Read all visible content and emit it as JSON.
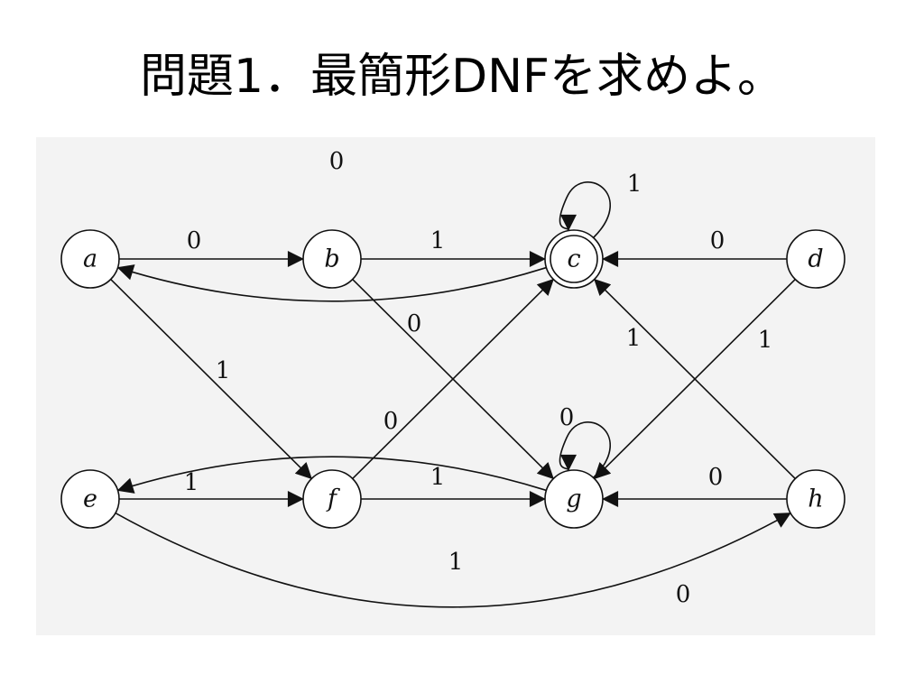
{
  "title": "問題1．最簡形DNFを求めよ。",
  "nodes": [
    {
      "id": "a",
      "label": "a",
      "accepting": false
    },
    {
      "id": "b",
      "label": "b",
      "accepting": false
    },
    {
      "id": "c",
      "label": "c",
      "accepting": true
    },
    {
      "id": "d",
      "label": "d",
      "accepting": false
    },
    {
      "id": "e",
      "label": "e",
      "accepting": false
    },
    {
      "id": "f",
      "label": "f",
      "accepting": false
    },
    {
      "id": "g",
      "label": "g",
      "accepting": false
    },
    {
      "id": "h",
      "label": "h",
      "accepting": false
    }
  ],
  "edges": [
    {
      "from": "a",
      "to": "b",
      "label": "0"
    },
    {
      "from": "a",
      "to": "f",
      "label": "1"
    },
    {
      "from": "b",
      "to": "c",
      "label": "1"
    },
    {
      "from": "b",
      "to": "g",
      "label": "0"
    },
    {
      "from": "c",
      "to": "a",
      "label": "0"
    },
    {
      "from": "c",
      "to": "c",
      "label": "1"
    },
    {
      "from": "d",
      "to": "c",
      "label": "0"
    },
    {
      "from": "d",
      "to": "g",
      "label": "1"
    },
    {
      "from": "e",
      "to": "f",
      "label": "1"
    },
    {
      "from": "e",
      "to": "h",
      "label": "0"
    },
    {
      "from": "f",
      "to": "c",
      "label": "0"
    },
    {
      "from": "f",
      "to": "g",
      "label": "1"
    },
    {
      "from": "g",
      "to": "e",
      "label": "1"
    },
    {
      "from": "g",
      "to": "g",
      "label": "0"
    },
    {
      "from": "h",
      "to": "c",
      "label": "1"
    },
    {
      "from": "h",
      "to": "g",
      "label": "0"
    }
  ]
}
